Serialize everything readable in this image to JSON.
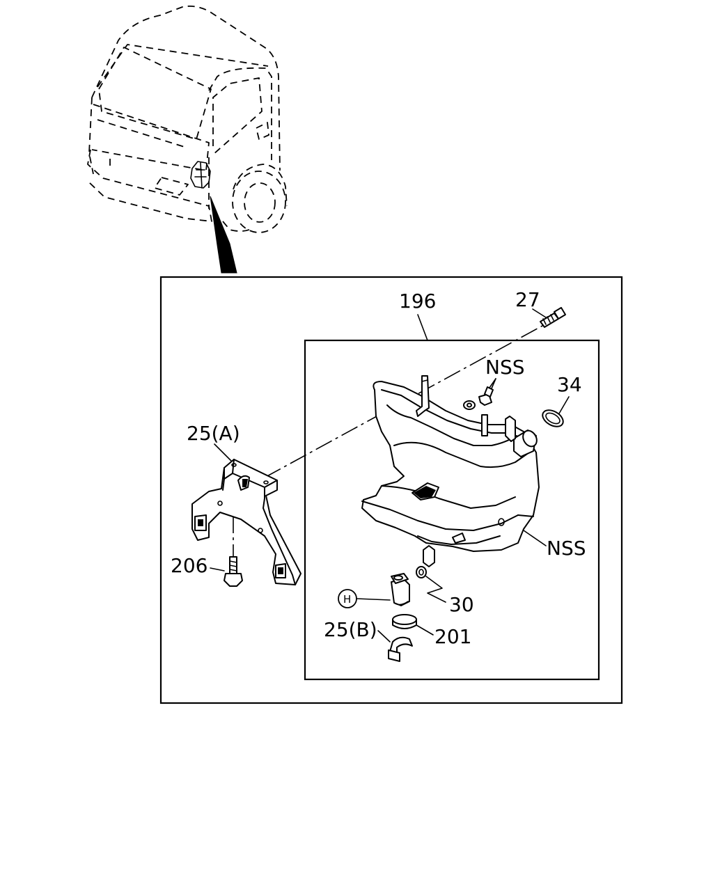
{
  "labels": {
    "part_196": "196",
    "part_27": "27",
    "part_nss_top": "NSS",
    "part_34": "34",
    "part_25a": "25(A)",
    "part_206": "206",
    "part_nss_right": "NSS",
    "part_h": "H",
    "part_30": "30",
    "part_25b": "25(B)",
    "part_201": "201"
  }
}
